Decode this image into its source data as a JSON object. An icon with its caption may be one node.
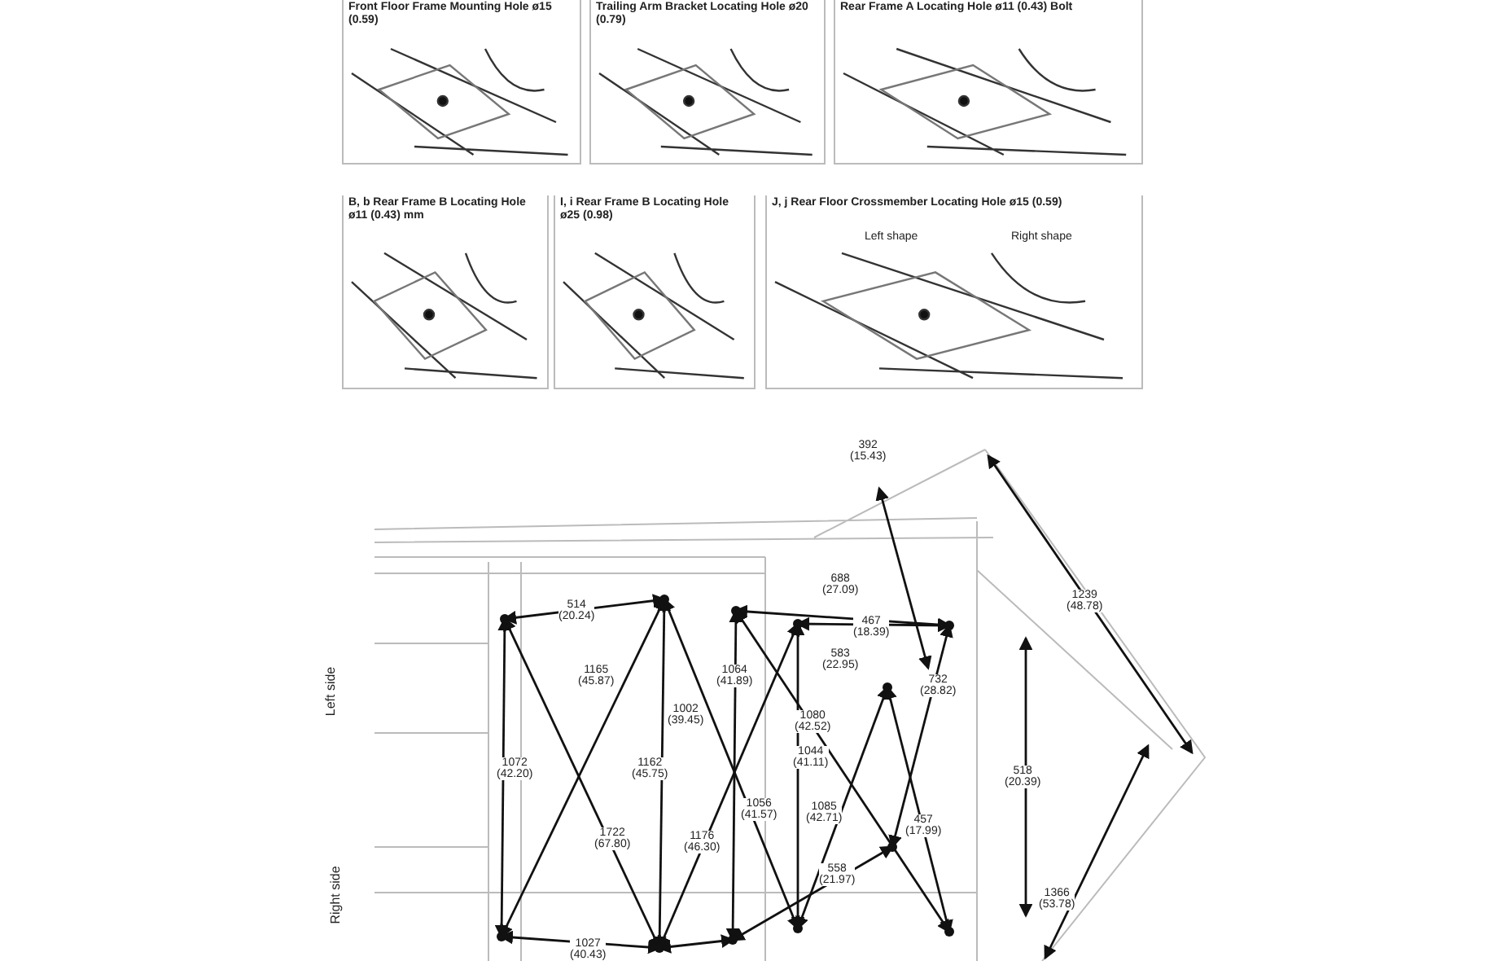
{
  "diagram": {
    "nodes": [
      {
        "text": [
          "Front Floor Frame Mounting Hole ø15 (0.59)"
        ]
      },
      {
        "text": [
          "Trailing Arm Bracket Locating Hole ø20 (0.79)"
        ]
      },
      {
        "text": [
          "Rear Frame A Locating Hole ø11 (0.43) Bolt"
        ]
      },
      {
        "text": [
          "B, b Rear Frame B Locating Hole ø11 (0.43) mm"
        ]
      },
      {
        "text": [
          "I, i Rear Frame B Locating Hole ø25 (0.98)"
        ]
      },
      {
        "text": [
          "J, j Rear Floor Crossmember Locating Hole ø15 (0.59)",
          "Left shape",
          "Right shape"
        ]
      }
    ],
    "labels": [
      "Left side",
      "Right side",
      "392 (15.43)",
      "688 (27.09)",
      "514 (20.24)",
      "1239 (48.78)",
      "467 (18.39)",
      "1165 (45.87)",
      "1064 (41.89)",
      "583 (22.95)",
      "1002 (39.45)",
      "732 (28.82)",
      "1080 (42.52)",
      "1072 (42.20)",
      "1162 (45.75)",
      "1044 (41.11)",
      "518 (20.39)",
      "1056 (41.57)",
      "1085 (42.71)",
      "457 (17.99)",
      "1722 (67.80)",
      "1176 (46.30)",
      "558 (21.97)",
      "1366 (53.78)",
      "1027 (40.43)"
    ]
  }
}
